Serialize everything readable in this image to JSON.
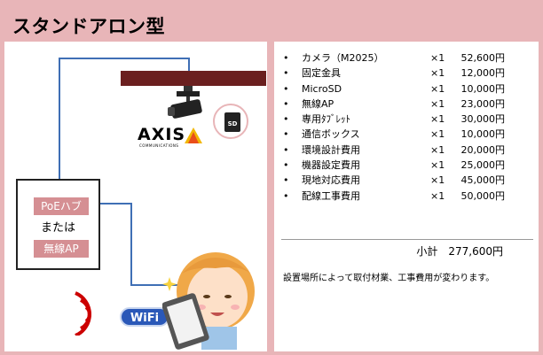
{
  "title": "スタンドアロン型",
  "diagram": {
    "hub_label": "PoEハブ",
    "or_label": "または",
    "ap_label": "無線AP",
    "axis_logo": "AXIS",
    "axis_sub": "COMMUNICATIONS",
    "sd_label": "SD",
    "wifi_label": "WiFi"
  },
  "items": [
    {
      "bullet": "•",
      "name": "カメラ（M2025）",
      "qty": "×1",
      "price": "52,600円"
    },
    {
      "bullet": "•",
      "name": "固定金具",
      "qty": "×1",
      "price": "12,000円"
    },
    {
      "bullet": "•",
      "name": "MicroSD",
      "qty": "×1",
      "price": "10,000円"
    },
    {
      "bullet": "•",
      "name": "無線AP",
      "qty": "×1",
      "price": "23,000円"
    },
    {
      "bullet": "•",
      "name": "専用ﾀﾌﾞﾚｯﾄ",
      "qty": "×1",
      "price": "30,000円"
    },
    {
      "bullet": "•",
      "name": "通信ボックス",
      "qty": "×1",
      "price": "10,000円"
    },
    {
      "bullet": "•",
      "name": "環境設計費用",
      "qty": "×1",
      "price": "20,000円"
    },
    {
      "bullet": "•",
      "name": "機器設定費用",
      "qty": "×1",
      "price": "25,000円"
    },
    {
      "bullet": "•",
      "name": "現地対応費用",
      "qty": "×1",
      "price": "45,000円"
    },
    {
      "bullet": "•",
      "name": "配線工事費用",
      "qty": "×1",
      "price": "50,000円"
    }
  ],
  "subtotal": "小計　277,600円",
  "note": "設置場所によって取付材業、工事費用が変わります。",
  "colors": {
    "background": "#e8b5b8",
    "line": "#3f6fb5",
    "ceiling": "#6b1f1f",
    "tag": "#d58f93",
    "wifi": "#2a58b8"
  }
}
